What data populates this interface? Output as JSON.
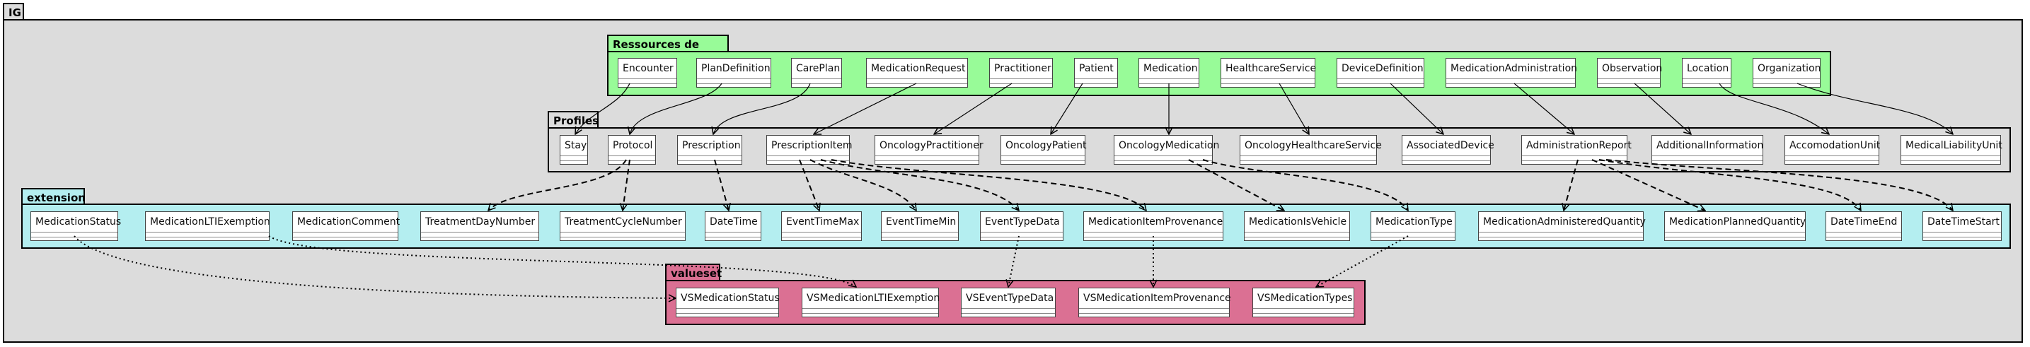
{
  "packages": {
    "ig": {
      "label": "IG",
      "color": "#dcdcdc"
    },
    "base": {
      "label": "Ressources de base",
      "color": "#98fb98"
    },
    "profiles": {
      "label": "Profiles",
      "color": "#dcdcdc"
    },
    "extension": {
      "label": "extension",
      "color": "#b4eef0"
    },
    "valueset": {
      "label": "valueset",
      "color": "#db7093"
    }
  },
  "base": [
    "Encounter",
    "PlanDefinition",
    "CarePlan",
    "MedicationRequest",
    "Practitioner",
    "Patient",
    "Medication",
    "HealthcareService",
    "DeviceDefinition",
    "MedicationAdministration",
    "Observation",
    "Location",
    "Organization"
  ],
  "profiles": [
    "Stay",
    "Protocol",
    "Prescription",
    "PrescriptionItem",
    "OncologyPractitioner",
    "OncologyPatient",
    "OncologyMedication",
    "OncologyHealthcareService",
    "AssociatedDevice",
    "AdministrationReport",
    "AdditionalInformation",
    "AccomodationUnit",
    "MedicalLiabilityUnit"
  ],
  "extension": [
    "MedicationStatus",
    "MedicationLTIExemption",
    "MedicationComment",
    "TreatmentDayNumber",
    "TreatmentCycleNumber",
    "DateTime",
    "EventTimeMax",
    "EventTimeMin",
    "EventTypeData",
    "MedicationItemProvenance",
    "MedicationIsVehicle",
    "MedicationType",
    "MedicationAdministeredQuantity",
    "MedicationPlannedQuantity",
    "DateTimeEnd",
    "DateTimeStart"
  ],
  "valueset": [
    "VSMedicationStatus",
    "VSMedicationLTIExemption",
    "VSEventTypeData",
    "VSMedicationItemProvenance",
    "VSMedicationTypes"
  ]
}
